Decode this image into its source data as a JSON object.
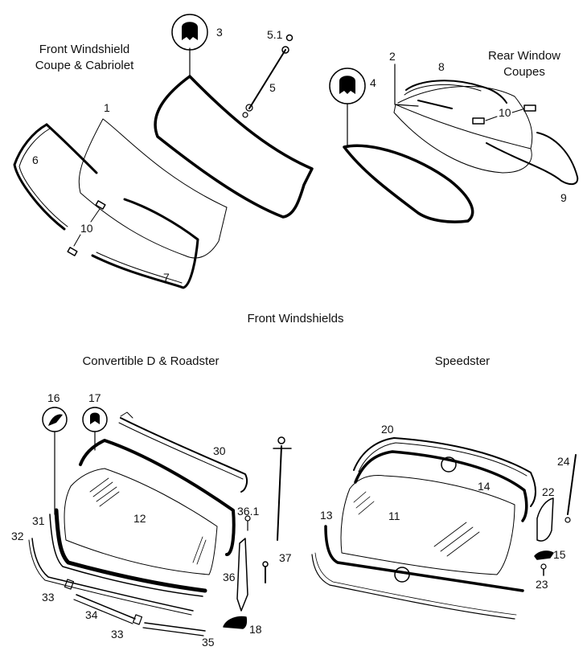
{
  "diagram": {
    "titles": {
      "front_coupe_line1": "Front Windshield",
      "front_coupe_line2": "Coupe & Cabriolet",
      "rear_line1": "Rear Window",
      "rear_line2": "Coupes",
      "front_windshields": "Front Windshields",
      "convertible": "Convertible D & Roadster",
      "speedster": "Speedster"
    },
    "callouts": {
      "c1": "1",
      "c2": "2",
      "c3": "3",
      "c4": "4",
      "c5": "5",
      "c5_1": "5.1",
      "c6": "6",
      "c7": "7",
      "c8": "8",
      "c9": "9",
      "c10a": "10",
      "c10b": "10",
      "c11": "11",
      "c12": "12",
      "c13": "13",
      "c14": "14",
      "c15": "15",
      "c16": "16",
      "c17": "17",
      "c18": "18",
      "c20": "20",
      "c22": "22",
      "c23": "23",
      "c24": "24",
      "c30": "30",
      "c31": "31",
      "c32": "32",
      "c33a": "33",
      "c33b": "33",
      "c34": "34",
      "c35": "35",
      "c36": "36",
      "c36_1": "36.1",
      "c37": "37"
    }
  }
}
